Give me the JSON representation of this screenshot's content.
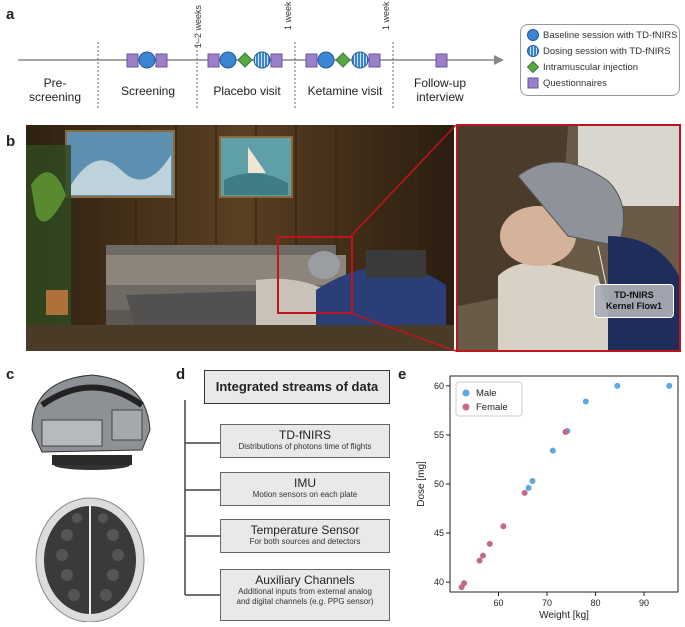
{
  "panels": {
    "a": "a",
    "b": "b",
    "c": "c",
    "d": "d",
    "e": "e"
  },
  "timeline": {
    "stages": [
      "Pre-\nscreening",
      "Screening",
      "Placebo visit",
      "Ketamine visit",
      "Follow-up\ninterview"
    ],
    "intervals": [
      "1–2 weeks",
      "1 week",
      "1 week"
    ],
    "legend": [
      {
        "label": "Baseline session with TD-fNIRS",
        "icon": "baseline-circle-icon",
        "color": "#3a86d4"
      },
      {
        "label": "Dosing session with TD-fNIRS",
        "icon": "dosing-circle-icon",
        "color": "#3a86d4"
      },
      {
        "label": "Intramuscular injection",
        "icon": "injection-diamond-icon",
        "color": "#5aa845"
      },
      {
        "label": "Questionnaires",
        "icon": "questionnaire-square-icon",
        "color": "#9b7fc8"
      }
    ]
  },
  "photo": {
    "callout": "TD-fNIRS\nKernel Flow1"
  },
  "streams": {
    "title": "Integrated streams of data",
    "items": [
      {
        "name": "TD-fNIRS",
        "desc": "Distributions of photons time of flights"
      },
      {
        "name": "IMU",
        "desc": "Motion sensors on each plate"
      },
      {
        "name": "Temperature Sensor",
        "desc": "For both sources and detectors"
      },
      {
        "name": "Auxiliary Channels",
        "desc": "Additional inputs from external analog\nand digital channels (e.g. PPG sensor)"
      }
    ]
  },
  "colors": {
    "male": "#5aa9e0",
    "female": "#c4698a",
    "callout_border": "#c0141c"
  },
  "chart_data": {
    "type": "scatter",
    "xlabel": "Weight [kg]",
    "ylabel": "Dose [mg]",
    "xlim": [
      50,
      97
    ],
    "ylim": [
      39,
      61
    ],
    "xticks": [
      60,
      70,
      80,
      90
    ],
    "yticks": [
      40,
      45,
      50,
      55,
      60
    ],
    "grid": false,
    "legend": "top-left",
    "series": [
      {
        "name": "Male",
        "color": "#5aa9e0",
        "points": [
          [
            66.2,
            49.6
          ],
          [
            67.0,
            50.3
          ],
          [
            71.2,
            53.4
          ],
          [
            74.2,
            55.4
          ],
          [
            78.0,
            58.4
          ],
          [
            84.5,
            60.0
          ],
          [
            95.2,
            60.0
          ]
        ]
      },
      {
        "name": "Female",
        "color": "#c4698a",
        "points": [
          [
            52.4,
            39.5
          ],
          [
            52.9,
            39.9
          ],
          [
            56.1,
            42.2
          ],
          [
            56.8,
            42.7
          ],
          [
            58.2,
            43.9
          ],
          [
            61.0,
            45.7
          ],
          [
            65.4,
            49.1
          ],
          [
            73.8,
            55.3
          ]
        ]
      }
    ]
  }
}
